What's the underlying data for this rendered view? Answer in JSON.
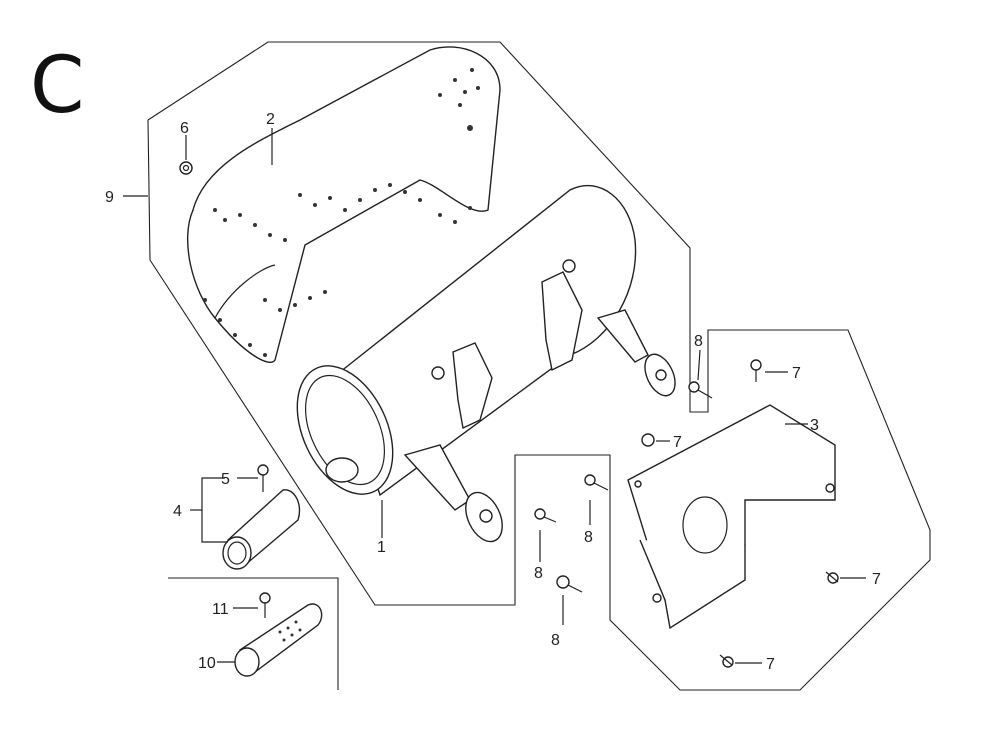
{
  "section_letter": "C",
  "callouts": {
    "p1": "1",
    "p2": "2",
    "p3": "3",
    "p4": "4",
    "p5": "5",
    "p6": "6",
    "p7a": "7",
    "p7b": "7",
    "p7c": "7",
    "p7d": "7",
    "p8a": "8",
    "p8b": "8",
    "p8c": "8",
    "p8d": "8",
    "p9": "9",
    "p10": "10",
    "p11": "11"
  }
}
